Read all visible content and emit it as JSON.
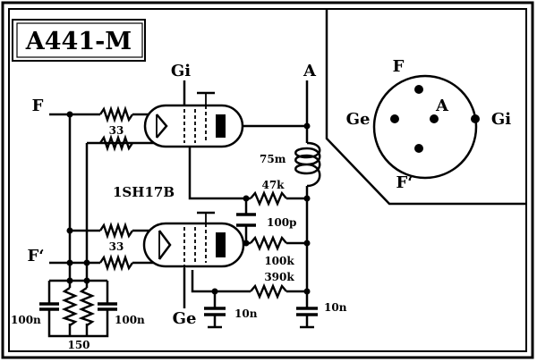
{
  "title": "A441-M",
  "tube_type": "1SH17B",
  "labels": {
    "F": "F",
    "F_prime": "F‘",
    "Gi": "Gi",
    "Ge": "Ge",
    "A": "A"
  },
  "components": {
    "r_filament_top": "33",
    "r_filament_bottom": "33",
    "inductor": "75m",
    "r_47k": "47k",
    "c_100p": "100p",
    "r_100k": "100k",
    "r_390k": "390k",
    "c_10n_left": "10n",
    "c_10n_right": "10n",
    "c_100n_left": "100n",
    "c_100n_right": "100n",
    "r_150": "150"
  },
  "pinout": {
    "F": "F",
    "A": "A",
    "Ge": "Ge",
    "Gi": "Gi",
    "F_prime": "F‘"
  }
}
